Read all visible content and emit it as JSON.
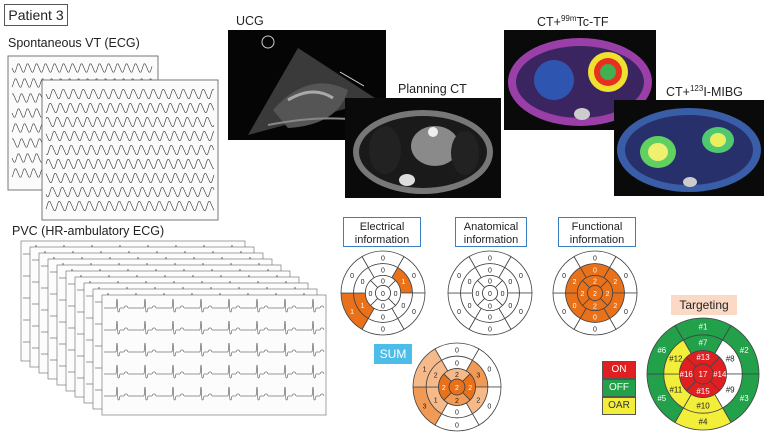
{
  "patient_label": "Patient 3",
  "spontaneous_label": "Spontaneous VT (ECG)",
  "pvc_label": "PVC (HR-ambulatory ECG)",
  "ucg_label": "UCG",
  "planning_ct_label": "Planning CT",
  "ct_tc_label": "CT+99mTc-TF",
  "ct_tc_parts": {
    "pre": "CT+",
    "sup": "99m",
    "post": "Tc-TF"
  },
  "ct_i_label": "CT+123I-MIBG",
  "ct_i_parts": {
    "pre": "CT+",
    "sup": "123",
    "post": "I-MIBG"
  },
  "info_boxes": {
    "electrical": {
      "line1": "Electrical",
      "line2": "information"
    },
    "anatomical": {
      "line1": "Anatomical",
      "line2": "information"
    },
    "functional": {
      "line1": "Functional",
      "line2": "information"
    }
  },
  "sum_label": "SUM",
  "targeting_label": "Targeting",
  "legend": [
    {
      "label": "ON",
      "color": "#e02020"
    },
    {
      "label": "OFF",
      "color": "#22a04a"
    },
    {
      "label": "OAR",
      "color": "#f2ee3a"
    }
  ],
  "colors": {
    "orange": "#e8711a",
    "light_orange": "#f6b98a",
    "mid_orange": "#f09a55",
    "on": "#e02020",
    "off": "#22a04a",
    "oar": "#f2ee3a"
  },
  "bullseyes": {
    "electrical": {
      "values": [
        "0",
        "0",
        "0",
        "0",
        "1",
        "0",
        "0",
        "1",
        "0",
        "0",
        "1",
        "0",
        "0",
        "0",
        "0",
        "0",
        "0"
      ],
      "fill": [
        "w",
        "w",
        "w",
        "w",
        "o",
        "w",
        "w",
        "o",
        "w",
        "w",
        "o",
        "w",
        "w",
        "w",
        "w",
        "w",
        "w"
      ]
    },
    "anatomical": {
      "values": [
        "0",
        "0",
        "0",
        "0",
        "0",
        "0",
        "0",
        "0",
        "0",
        "0",
        "0",
        "0",
        "0",
        "0",
        "0",
        "0",
        "0"
      ],
      "fill": [
        "w",
        "w",
        "w",
        "w",
        "w",
        "w",
        "w",
        "w",
        "w",
        "w",
        "w",
        "w",
        "w",
        "w",
        "w",
        "w",
        "w"
      ]
    },
    "functional": {
      "values": [
        "0",
        "0",
        "0",
        "0",
        "0",
        "0",
        "0",
        "2",
        "2",
        "0",
        "0",
        "2",
        "2",
        "2",
        "2",
        "2",
        "2"
      ],
      "fill": [
        "w",
        "w",
        "w",
        "w",
        "w",
        "w",
        "o",
        "o",
        "o",
        "o",
        "o",
        "o",
        "o",
        "o",
        "o",
        "o",
        "o"
      ]
    },
    "sum": {
      "values": [
        "0",
        "0",
        "0",
        "0",
        "3",
        "1",
        "0",
        "3",
        "2",
        "0",
        "1",
        "2",
        "2",
        "2",
        "2",
        "2",
        "2"
      ],
      "fill": [
        "w",
        "w",
        "w",
        "w",
        "m",
        "l",
        "w",
        "m",
        "l",
        "w",
        "l",
        "l",
        "l",
        "o",
        "m",
        "o",
        "o"
      ]
    },
    "targeting": {
      "labels": [
        "#1",
        "#2",
        "#3",
        "#4",
        "#5",
        "#6",
        "#7",
        "#8",
        "#9",
        "#10",
        "#11",
        "#12",
        "#13",
        "#14",
        "#15",
        "#16",
        "17"
      ],
      "fill": [
        "g",
        "g",
        "g",
        "y",
        "g",
        "g",
        "g",
        "w",
        "w",
        "y",
        "y",
        "y",
        "r",
        "r",
        "r",
        "r",
        "r"
      ]
    }
  }
}
